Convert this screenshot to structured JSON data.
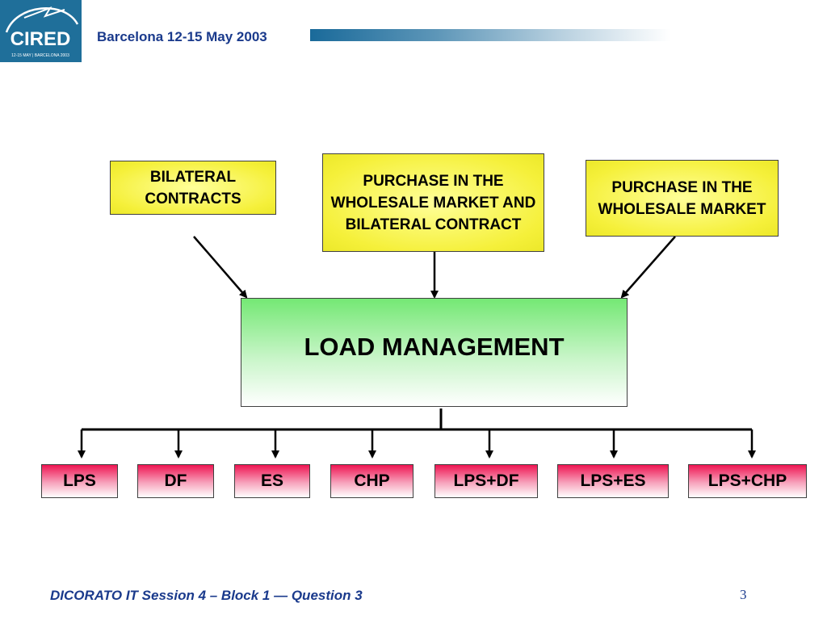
{
  "header": {
    "logo_text": "CIRED",
    "logo_subtext": "12-15 MAY | BARCELONA 2003",
    "event": "Barcelona  12-15 May 2003"
  },
  "diagram": {
    "sources": [
      {
        "label": "BILATERAL CONTRACTS"
      },
      {
        "label": "PURCHASE IN THE WHOLESALE MARKET AND BILATERAL CONTRACT"
      },
      {
        "label": "PURCHASE IN THE WHOLESALE MARKET"
      }
    ],
    "center": {
      "label": "LOAD MANAGEMENT"
    },
    "outputs": [
      {
        "label": "LPS"
      },
      {
        "label": "DF"
      },
      {
        "label": "ES"
      },
      {
        "label": "CHP"
      },
      {
        "label": "LPS+DF"
      },
      {
        "label": "LPS+ES"
      },
      {
        "label": "LPS+CHP"
      }
    ]
  },
  "footer": {
    "text": "DICORATO   IT  Session 4   – Block  1 —  Question 3",
    "page_number": "3"
  },
  "colors": {
    "header_text": "#1a3a8c",
    "source_fill": "#f5f03a",
    "center_fill": "#74e874",
    "output_fill": "#ee1552"
  }
}
